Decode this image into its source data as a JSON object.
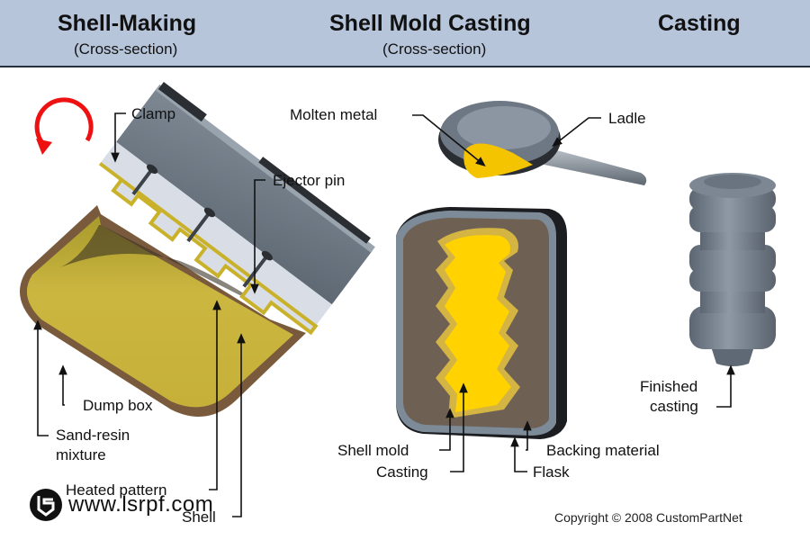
{
  "header": {
    "sections": [
      {
        "title": "Shell-Making",
        "subtitle": "(Cross-section)"
      },
      {
        "title": "Shell Mold Casting",
        "subtitle": "(Cross-section)"
      },
      {
        "title": "Casting",
        "subtitle": ""
      }
    ]
  },
  "shell_making": {
    "labels": {
      "clamp": "Clamp",
      "ejector_pin": "Ejector pin",
      "dump_box": "Dump box",
      "sand_resin": "Sand-resin",
      "sand_resin_2": "mixture",
      "heated_pattern": "Heated pattern",
      "shell": "Shell"
    },
    "rotation_icon": "rotate-arrow-icon"
  },
  "shell_mold_casting": {
    "labels": {
      "molten_metal": "Molten metal",
      "ladle": "Ladle",
      "shell_mold": "Shell mold",
      "casting": "Casting",
      "backing_material": "Backing material",
      "flask": "Flask"
    }
  },
  "casting": {
    "labels": {
      "finished_1": "Finished",
      "finished_2": "casting"
    }
  },
  "colors": {
    "header_bg": "#b7c5db",
    "sand": "#c9b43c",
    "molten": "#f5c400",
    "steel": "#6f7a86",
    "rotate_arrow": "#ee1111"
  },
  "watermark": "www.lsrpf.com",
  "copyright": "Copyright © 2008 CustomPartNet"
}
